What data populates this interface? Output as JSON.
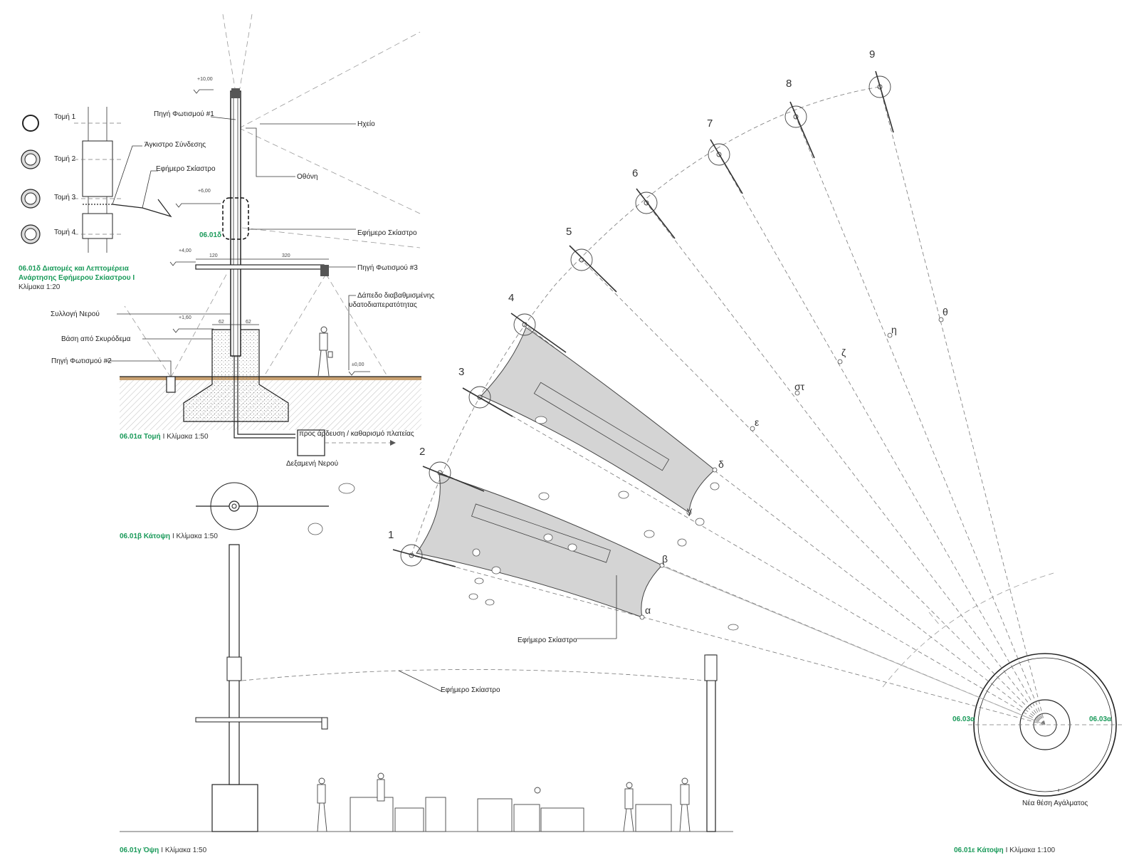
{
  "section_a": {
    "labels": {
      "source1": "Πηγή Φωτισμού #1",
      "speaker": "Ηχείο",
      "screen": "Οθόνη",
      "shade": "Εφήμερο Σκίαστρο",
      "source3": "Πηγή Φωτισμού #3",
      "floor1": "Δάπεδο διαβαθμισμένης",
      "floor2": "υδατοδιαπερατότητας",
      "water_collect": "Συλλογή Νερού",
      "concrete": "Βάση από Σκυρόδεμα",
      "source2": "Πηγή Φωτισμού #2",
      "drain": "προς άρδευση / καθαρισμό πλατείας",
      "tank": "Δεξαμενή Νερού",
      "detail_ref": "06.01δ"
    },
    "levels": {
      "l10": "+10,00",
      "l6": "+6,00",
      "l4": "+4,00",
      "l16": "+1,60",
      "l0": "±0,00"
    },
    "dims": {
      "d120": "120",
      "d320": "320",
      "d62a": "62",
      "d62b": "62"
    },
    "caption_code": "06.01α Τομή",
    "caption_scale": "Ι Κλίμακα 1:50"
  },
  "section_d": {
    "cuts": [
      "Τομή 1",
      "Τομή 2",
      "Τομή 3",
      "Τομή 4"
    ],
    "hook": "Άγκιστρο Σύνδεσης",
    "shade": "Εφήμερο Σκίαστρο",
    "caption_line1": "06.01δ Διατομές και Λεπτομέρεια",
    "caption_line2": "Ανάρτησης Εφήμερου Σκίαστρου Ι",
    "caption_scale": "Κλίμακα 1:20"
  },
  "plan_b": {
    "caption_code": "06.01β Κάτοψη",
    "caption_scale": "Ι Κλίμακα 1:50"
  },
  "elevation_c": {
    "shade": "Εφήμερο Σκίαστρο",
    "caption_code": "06.01γ Όψη",
    "caption_scale": "Ι Κλίμακα 1:50"
  },
  "plan_e": {
    "poles": [
      "1",
      "2",
      "3",
      "4",
      "5",
      "6",
      "7",
      "8",
      "9"
    ],
    "greek": [
      "α",
      "β",
      "γ",
      "δ",
      "ε",
      "στ",
      "ζ",
      "η",
      "θ"
    ],
    "shade": "Εφήμερο Σκίαστρο",
    "statue": "Νέα θέση Αγάλματος",
    "ref_left": "06.03α",
    "ref_right": "06.03α",
    "caption_code": "06.01ε Κάτοψη",
    "caption_scale": "Ι Κλίμακα 1:100"
  },
  "colors": {
    "accent": "#1a9a5a",
    "shade_fill": "#d4d4d4",
    "soil": "#c8a070"
  }
}
